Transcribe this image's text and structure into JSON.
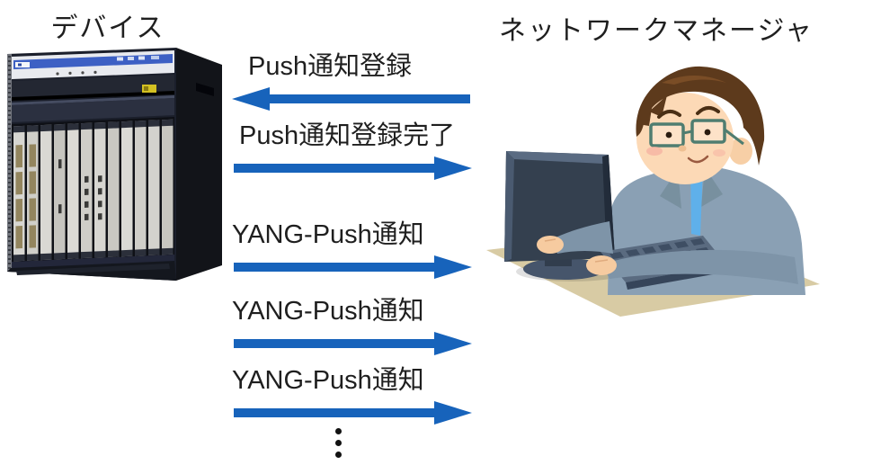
{
  "diagram": {
    "actors": {
      "device": {
        "label": "デバイス",
        "illustration": "router-chassis-photo"
      },
      "manager": {
        "label": "ネットワークマネージャ",
        "illustration": "person-at-computer"
      }
    },
    "messages": [
      {
        "label": "Push通知登録",
        "direction": "left",
        "from": "manager",
        "to": "device"
      },
      {
        "label": "Push通知登録完了",
        "direction": "right",
        "from": "device",
        "to": "manager"
      },
      {
        "label": "YANG-Push通知",
        "direction": "right",
        "from": "device",
        "to": "manager"
      },
      {
        "label": "YANG-Push通知",
        "direction": "right",
        "from": "device",
        "to": "manager"
      },
      {
        "label": "YANG-Push通知",
        "direction": "right",
        "from": "device",
        "to": "manager"
      }
    ],
    "continuation": "vertical-ellipsis"
  },
  "colors": {
    "arrow": "#1763bb",
    "text": "#1f1f1f"
  }
}
